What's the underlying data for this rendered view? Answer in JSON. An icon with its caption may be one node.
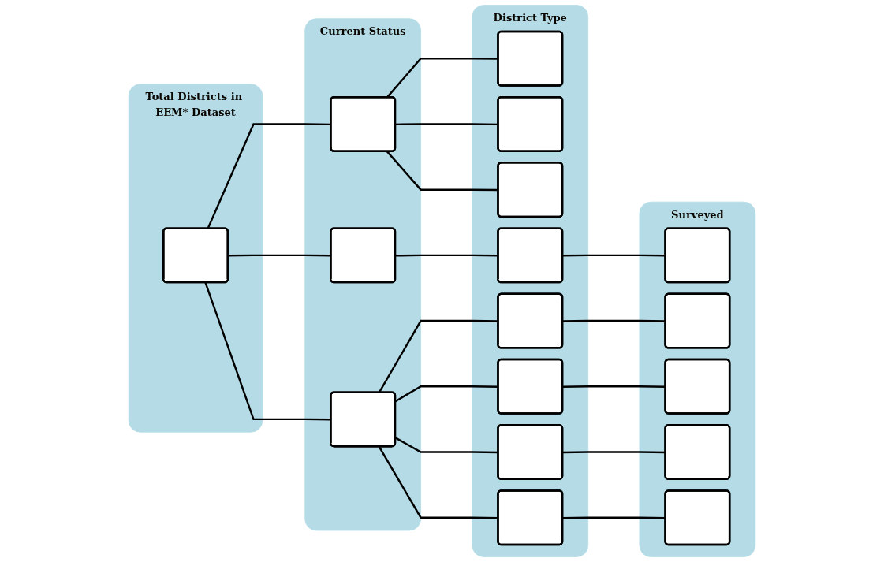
{
  "diagram": {
    "nodes": [
      {
        "text": [
          "Total Districts in EEM* Dataset"
        ]
      },
      {
        "text": [
          "Current Status"
        ]
      },
      {
        "text": [
          "District Type"
        ]
      },
      {
        "text": [
          "Surveyed"
        ]
      },
      {
        "text": [],
        "shape": "box",
        "in": 0
      },
      {
        "text": [],
        "shape": "box",
        "in": 1
      },
      {
        "text": [],
        "shape": "box",
        "in": 1
      },
      {
        "text": [],
        "shape": "box",
        "in": 1
      },
      {
        "text": [],
        "shape": "box",
        "in": 2
      },
      {
        "text": [],
        "shape": "box",
        "in": 2
      },
      {
        "text": [],
        "shape": "box",
        "in": 2
      },
      {
        "text": [],
        "shape": "box",
        "in": 2
      },
      {
        "text": [],
        "shape": "box",
        "in": 2
      },
      {
        "text": [],
        "shape": "box",
        "in": 2
      },
      {
        "text": [],
        "shape": "box",
        "in": 2
      },
      {
        "text": [],
        "shape": "box",
        "in": 2
      },
      {
        "text": [],
        "shape": "box",
        "in": 3
      },
      {
        "text": [],
        "shape": "box",
        "in": 3
      },
      {
        "text": [],
        "shape": "box",
        "in": 3
      },
      {
        "text": [],
        "shape": "box",
        "in": 3
      },
      {
        "text": [],
        "shape": "box",
        "in": 3
      }
    ],
    "edges": [
      {
        "from": 4,
        "to": 5,
        "arrow": "none"
      },
      {
        "from": 4,
        "to": 6,
        "arrow": "none"
      },
      {
        "from": 4,
        "to": 7,
        "arrow": "none"
      },
      {
        "from": 5,
        "to": 8,
        "arrow": "none"
      },
      {
        "from": 5,
        "to": 9,
        "arrow": "none"
      },
      {
        "from": 5,
        "to": 10,
        "arrow": "none"
      },
      {
        "from": 6,
        "to": 11,
        "arrow": "none"
      },
      {
        "from": 11,
        "to": 16,
        "arrow": "none"
      },
      {
        "from": 7,
        "to": 12,
        "arrow": "none"
      },
      {
        "from": 7,
        "to": 13,
        "arrow": "none"
      },
      {
        "from": 7,
        "to": 14,
        "arrow": "none"
      },
      {
        "from": 7,
        "to": 15,
        "arrow": "none"
      },
      {
        "from": 12,
        "to": 17,
        "arrow": "none"
      },
      {
        "from": 13,
        "to": 18,
        "arrow": "none"
      },
      {
        "from": 14,
        "to": 19,
        "arrow": "none"
      },
      {
        "from": 15,
        "to": 20,
        "arrow": "none"
      }
    ]
  }
}
